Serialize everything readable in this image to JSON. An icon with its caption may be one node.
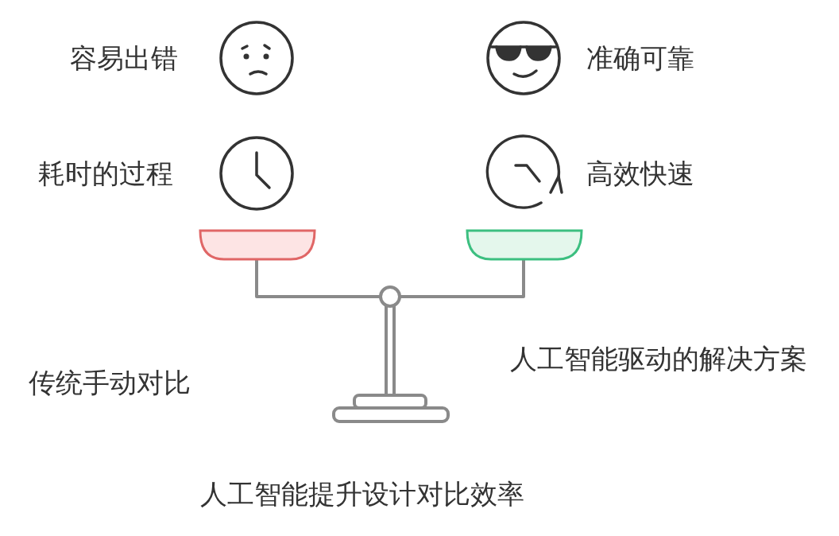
{
  "diagram": {
    "caption": "人工智能提升设计对比效率",
    "labels": [
      "容易出错",
      "准确可靠",
      "耗时的过程",
      "高效快速",
      "传统手动对比",
      "人工智能驱动的解决方案"
    ]
  }
}
